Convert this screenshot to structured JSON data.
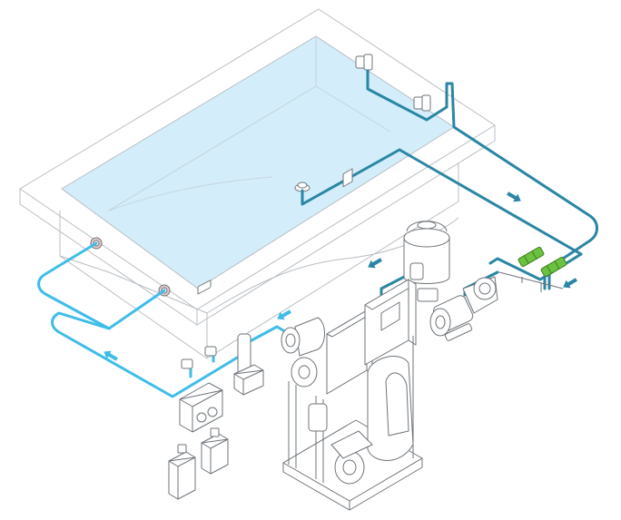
{
  "colors": {
    "water": "#d3eefa",
    "return_line": "#3fbde8",
    "suction_line": "#2a86a3",
    "valve": "#6bc23e",
    "outline": "#b9bec3",
    "equipment": "#6f7479"
  },
  "flow_arrows": [
    {
      "id": "suction-to-pump-1",
      "direction": "down-right",
      "line": "suction"
    },
    {
      "id": "suction-to-pump-2",
      "direction": "down-left",
      "line": "suction"
    },
    {
      "id": "suction-to-filter",
      "direction": "down-left",
      "line": "suction"
    },
    {
      "id": "filter-to-heater",
      "direction": "down-left",
      "line": "return"
    },
    {
      "id": "return-to-pool",
      "direction": "up-left",
      "line": "return"
    }
  ],
  "components": [
    "pool-basin",
    "skimmer",
    "skimmer-2",
    "main-drain",
    "return-jet-left",
    "return-jet-right",
    "filter-tank",
    "pump",
    "valve-green-1",
    "valve-green-2",
    "control-cabinet",
    "heater-skid",
    "uv-lamp",
    "dosing-controller",
    "chemical-canister-1",
    "chemical-canister-2"
  ]
}
